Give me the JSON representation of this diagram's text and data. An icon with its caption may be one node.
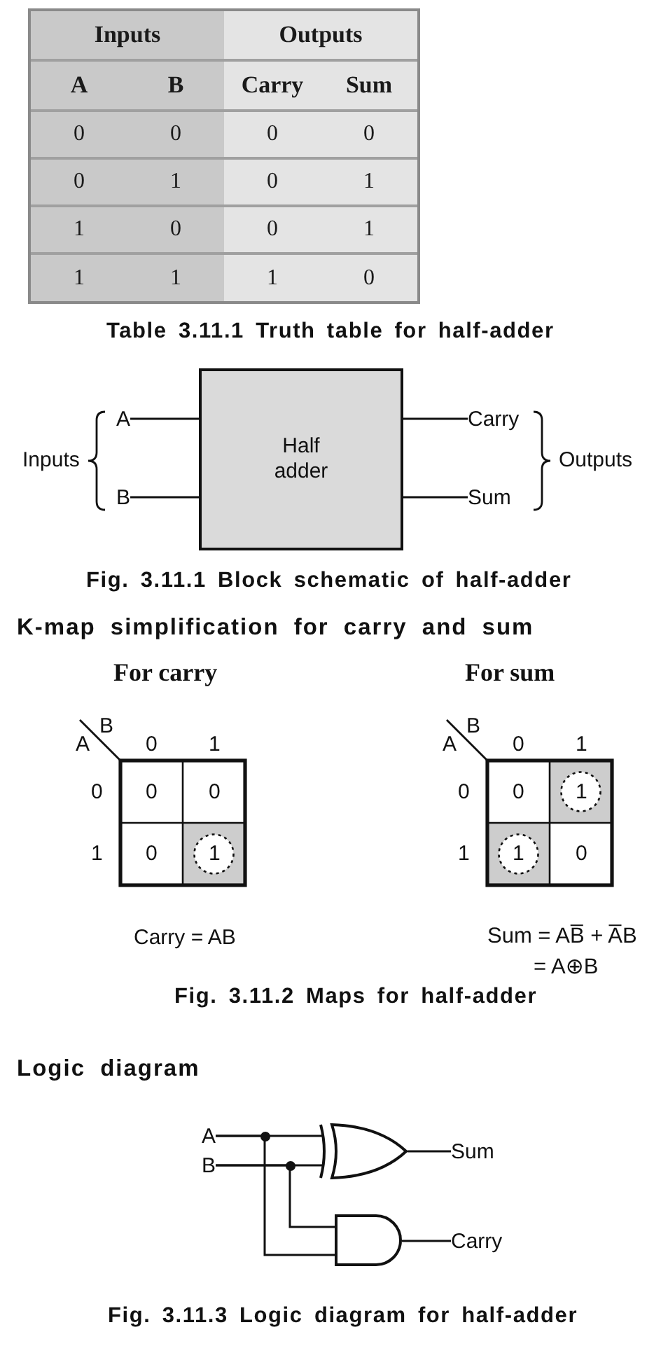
{
  "diagram": {
    "nodes": [
      {
        "text": [
          "A"
        ]
      },
      {
        "text": [
          "B"
        ]
      },
      {
        "text": [
          "Half adder"
        ]
      },
      {
        "text": [
          "Carry"
        ]
      },
      {
        "text": [
          "Sum"
        ]
      },
      {
        "text": [
          "A"
        ]
      },
      {
        "text": [
          "B"
        ]
      },
      {
        "text": [],
        "shape": "xor-gate"
      },
      {
        "text": [
          "Sum"
        ]
      },
      {
        "text": [],
        "shape": "and-gate"
      },
      {
        "text": [
          "Carry"
        ]
      }
    ],
    "edges": [
      {
        "from": 0,
        "to": 2,
        "arrow": "none"
      },
      {
        "from": 1,
        "to": 2,
        "arrow": "none"
      },
      {
        "from": 2,
        "to": 3,
        "arrow": "none"
      },
      {
        "from": 2,
        "to": 4,
        "arrow": "none"
      },
      {
        "from": 5,
        "to": 7,
        "arrow": "none"
      },
      {
        "from": 5,
        "to": 9,
        "arrow": "none"
      },
      {
        "from": 6,
        "to": 7,
        "arrow": "none"
      },
      {
        "from": 6,
        "to": 9,
        "arrow": "none"
      },
      {
        "from": 7,
        "to": 8,
        "arrow": "none"
      },
      {
        "from": 9,
        "to": 10,
        "arrow": "none"
      }
    ],
    "labels": [
      "Inputs",
      "Outputs",
      "A",
      "B",
      "Carry",
      "Sum",
      "0",
      "0",
      "0",
      "0",
      "0",
      "1",
      "0",
      "1",
      "1",
      "0",
      "0",
      "1",
      "1",
      "1",
      "1",
      "0",
      "Table 3.11.1 Truth table for half-adder",
      "Inputs",
      "Outputs",
      "Fig. 3.11.1 Block schematic of half-adder",
      "K-map simplification for carry and sum",
      "For carry",
      "For sum",
      "B",
      "A",
      "0",
      "1",
      "0",
      "0",
      "0",
      "1",
      "0",
      "1",
      "B",
      "A",
      "0",
      "1",
      "0",
      "0",
      "1",
      "1",
      "1",
      "0",
      "Carry = AB",
      "Sum = AB̅ + A̅B",
      "= A⊕B",
      "Fig. 3.11.2 Maps for half-adder",
      "Logic diagram",
      "Fig. 3.11.3 Logic diagram for half-adder"
    ]
  }
}
